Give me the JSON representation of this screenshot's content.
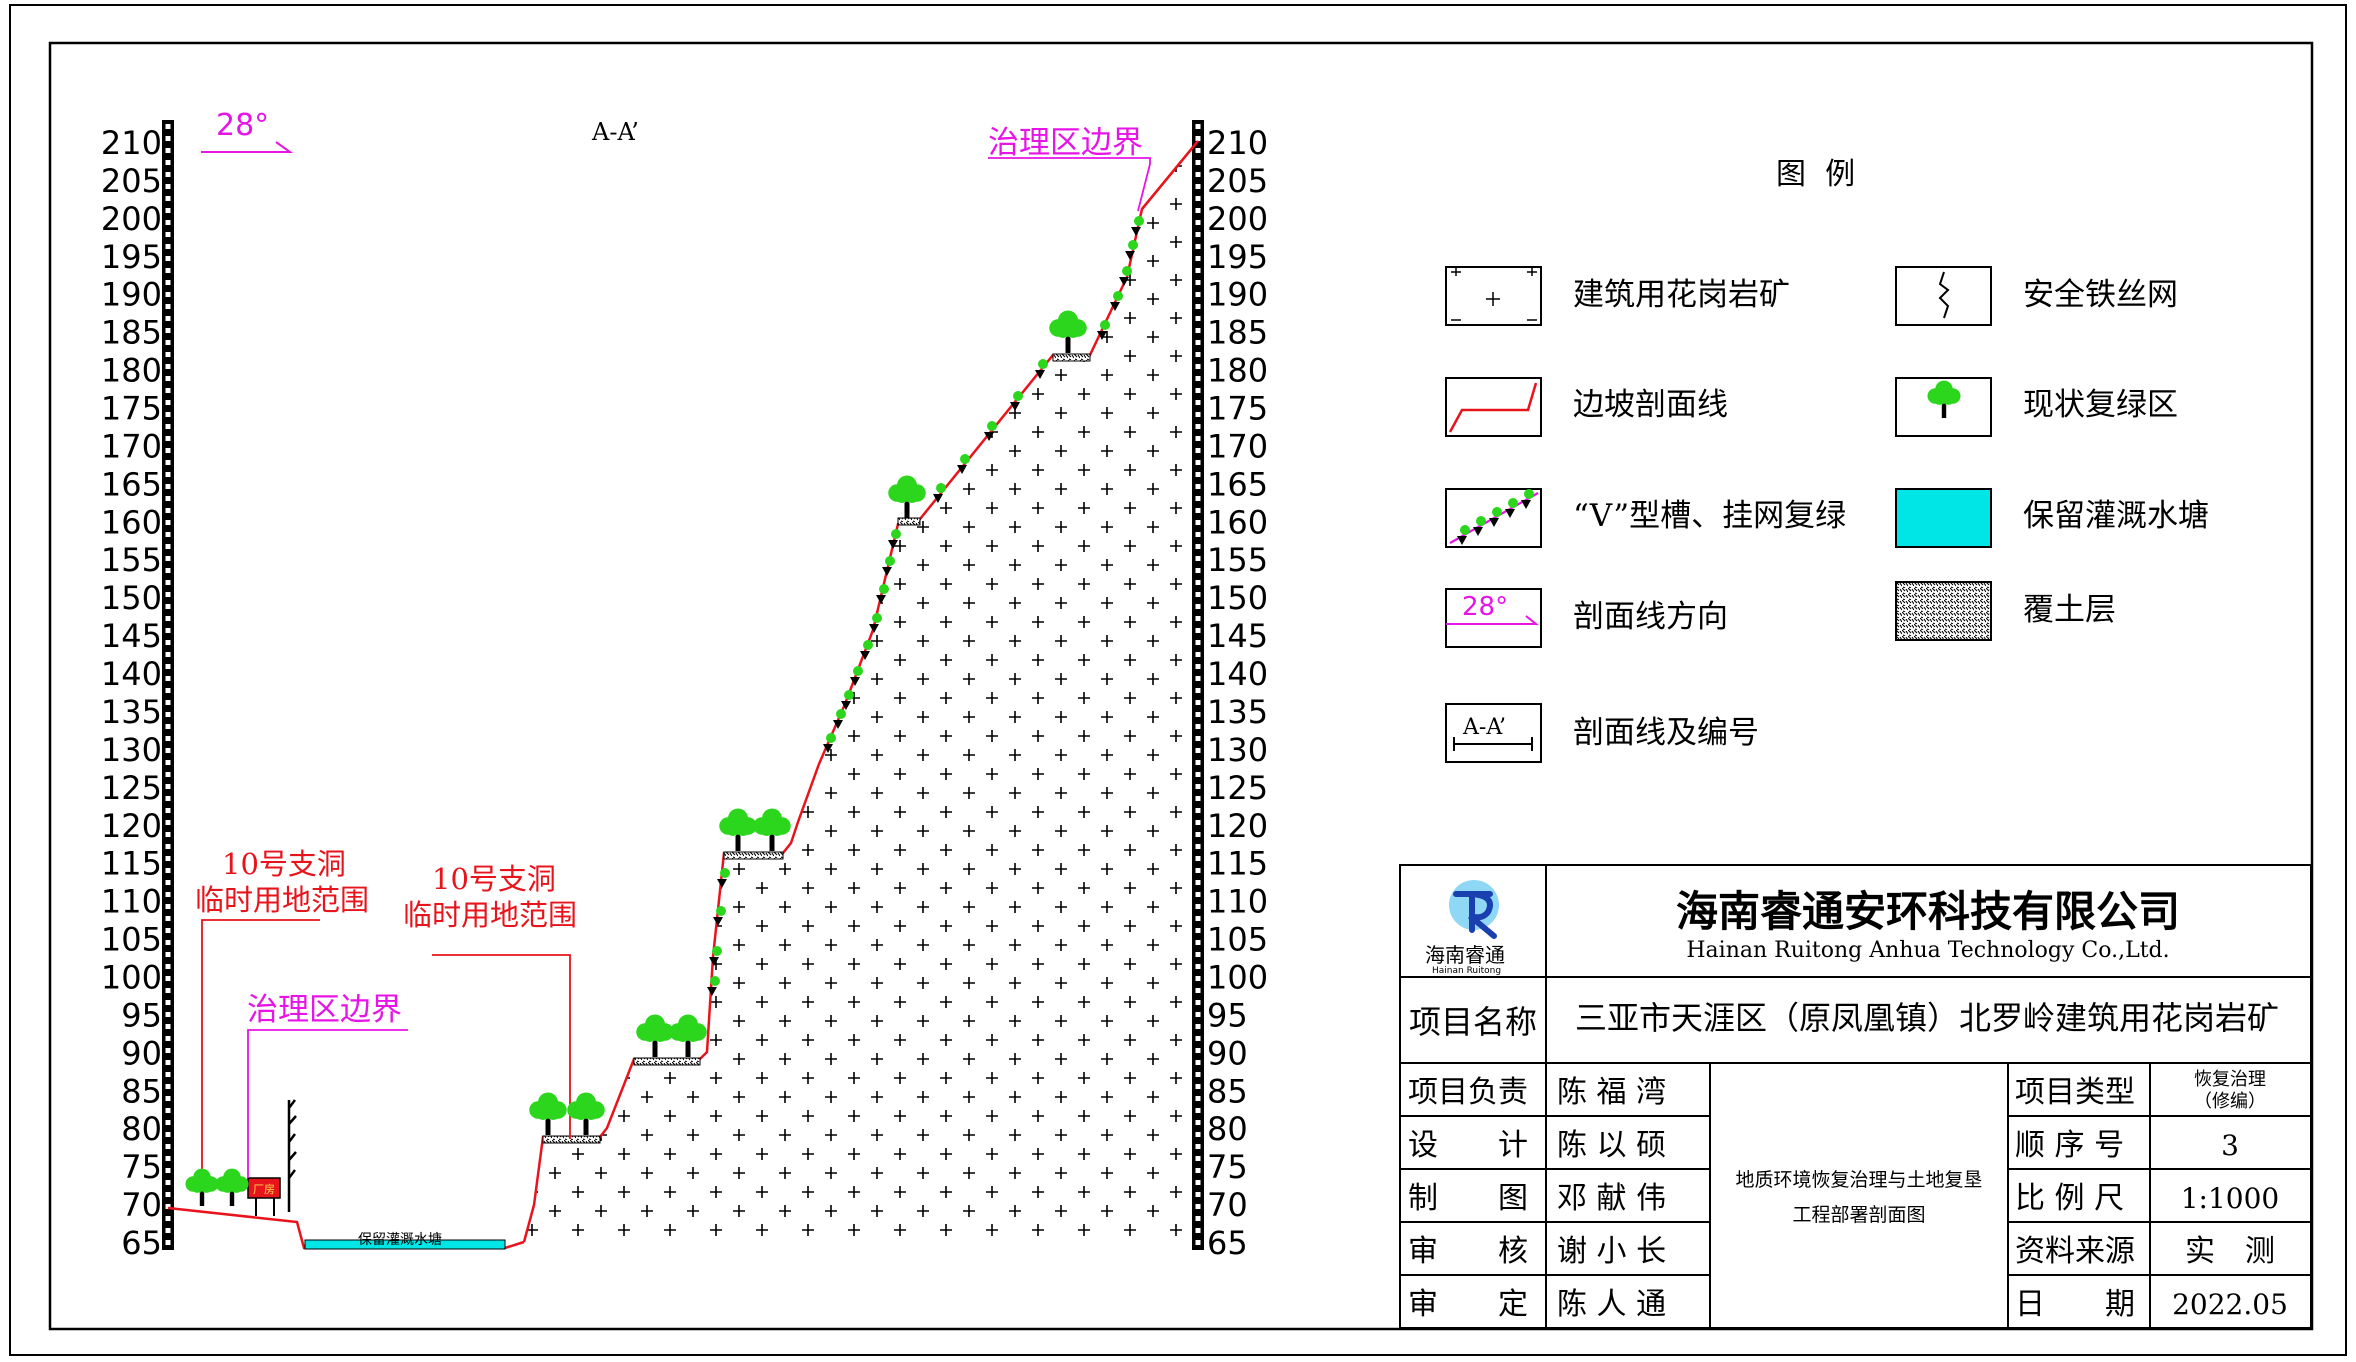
{
  "section": {
    "title": "A-A’",
    "direction_angle": "28°",
    "boundary_label_top": "治理区边界",
    "boundary_label_bottom": "治理区边界",
    "label_10_left": [
      "10号支洞",
      "临时用地范围"
    ],
    "label_10_right": [
      "10号支洞",
      "临时用地范围"
    ],
    "pond_label": "保留灌溉水塘",
    "building_label": "厂房",
    "y_ticks": [
      65,
      70,
      75,
      80,
      85,
      90,
      95,
      100,
      105,
      110,
      115,
      120,
      125,
      130,
      135,
      140,
      145,
      150,
      155,
      160,
      165,
      170,
      175,
      180,
      185,
      190,
      195,
      200,
      205,
      210
    ],
    "colors": {
      "slope_line": "#e8141c",
      "label_red": "#e8141c",
      "label_magenta": "#e614e6",
      "pond": "#00e5e5",
      "tree": "#2bd61d"
    }
  },
  "legend": {
    "title": "图  例",
    "items": [
      {
        "icon": "granite-icon",
        "label": "建筑用花岗岩矿"
      },
      {
        "icon": "fence-icon",
        "label": "安全铁丝网"
      },
      {
        "icon": "slope-line-icon",
        "label": "边坡剖面线"
      },
      {
        "icon": "revegetated-tree-icon",
        "label": "现状复绿区"
      },
      {
        "icon": "v-groove-net-icon",
        "label": "“V”型槽、挂网复绿"
      },
      {
        "icon": "pond-icon",
        "label": "保留灌溉水塘"
      },
      {
        "icon": "direction-icon",
        "label": "剖面线方向",
        "icon_text": "28°"
      },
      {
        "icon": "soil-layer-icon",
        "label": "覆土层"
      },
      {
        "icon": "section-id-icon",
        "label": "剖面线及编号",
        "icon_text": "A-A’"
      }
    ]
  },
  "title_block": {
    "company_cn": "海南睿通安环科技有限公司",
    "company_en": "Hainan Ruitong Anhua Technology Co.,Ltd.",
    "logo_cn": "海南睿通",
    "logo_en": "Hainan Ruitong",
    "project_name_label": "项目名称",
    "project_name": "三亚市天涯区（原凤凰镇）北罗岭建筑用花岗岩矿",
    "drawing_title_line1": "地质环境恢复治理与土地复垦",
    "drawing_title_line2": "工程部署剖面图",
    "rows_left": [
      {
        "label": "项目负责",
        "value": "陈 福 湾"
      },
      {
        "label": "设　　计",
        "value": "陈 以 硕"
      },
      {
        "label": "制　　图",
        "value": "邓 献 伟"
      },
      {
        "label": "审　　核",
        "value": "谢 小 长"
      },
      {
        "label": "审　　定",
        "value": "陈 人 通"
      }
    ],
    "project_type_label": "项目类型",
    "project_type_line1": "恢复治理",
    "project_type_line2": "（修编）",
    "seq_label": "顺 序 号",
    "seq_value": "3",
    "scale_label": "比 例 尺",
    "scale_value": "1:1000",
    "source_label": "资料来源",
    "source_value": "实　测",
    "date_label": "日　　期",
    "date_value": "2022.05"
  }
}
